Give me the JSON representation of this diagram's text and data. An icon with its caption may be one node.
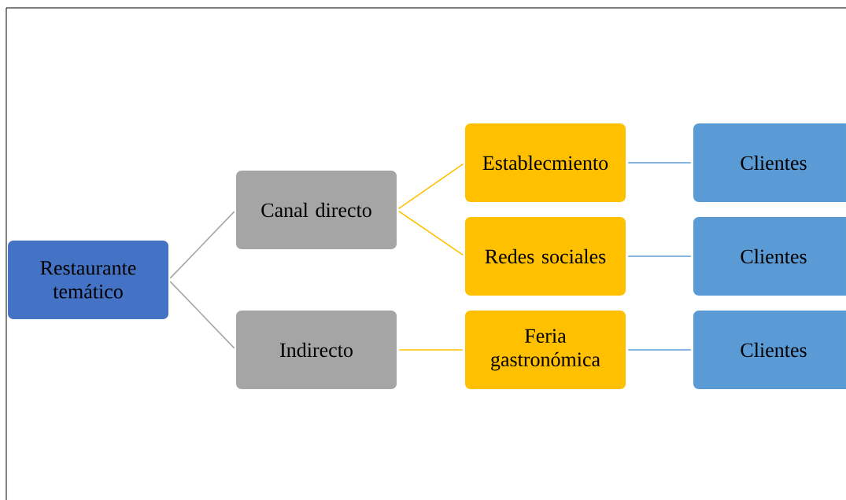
{
  "diagram": {
    "nodes": [
      {
        "text": [
          "Restaurante temático"
        ]
      },
      {
        "text": [
          "Canal directo"
        ]
      },
      {
        "text": [
          "Indirecto"
        ]
      },
      {
        "text": [
          "Establecmiento"
        ]
      },
      {
        "text": [
          "Redes sociales"
        ]
      },
      {
        "text": [
          "Feria gastronómica"
        ]
      },
      {
        "text": [
          "Clientes"
        ]
      },
      {
        "text": [
          "Clientes"
        ]
      },
      {
        "text": [
          "Clientes"
        ]
      }
    ],
    "edges": [
      {
        "from": 0,
        "to": 1,
        "arrow": "none",
        "color": "#a5a5a5"
      },
      {
        "from": 0,
        "to": 2,
        "arrow": "none",
        "color": "#a5a5a5"
      },
      {
        "from": 1,
        "to": 3,
        "arrow": "none",
        "color": "#ffc000"
      },
      {
        "from": 1,
        "to": 4,
        "arrow": "none",
        "color": "#ffc000"
      },
      {
        "from": 2,
        "to": 5,
        "arrow": "none",
        "color": "#ffc000"
      },
      {
        "from": 3,
        "to": 6,
        "arrow": "none",
        "color": "#5b9bd5"
      },
      {
        "from": 4,
        "to": 7,
        "arrow": "none",
        "color": "#5b9bd5"
      },
      {
        "from": 5,
        "to": 8,
        "arrow": "none",
        "color": "#5b9bd5"
      }
    ]
  }
}
